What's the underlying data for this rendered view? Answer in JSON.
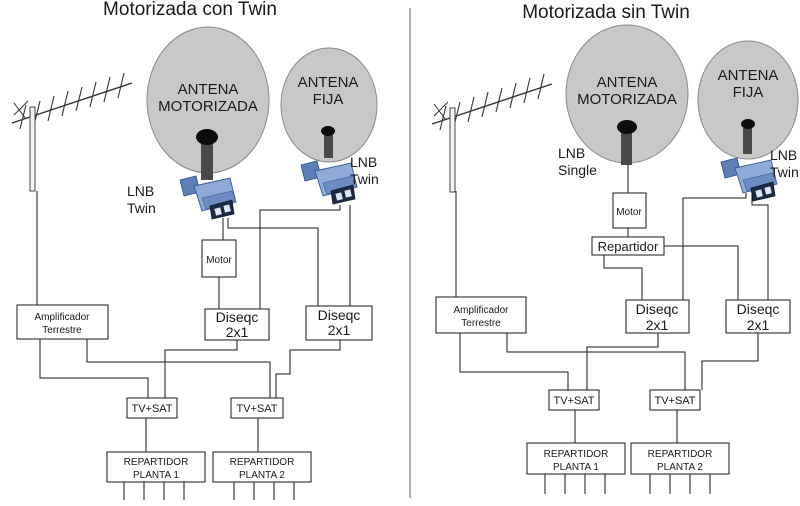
{
  "colors": {
    "dish_fill": "#c8c8c8",
    "dish_stroke": "#8a8a8a",
    "arm": "#4a4a4a",
    "lnb_body": "#7f9ecf",
    "line": "#1a1a1a"
  },
  "left": {
    "title": "Motorizada con Twin",
    "dish_motor": [
      "ANTENA",
      "MOTORIZADA"
    ],
    "dish_fixed": [
      "ANTENA",
      "FIJA"
    ],
    "lnb_motor": [
      "LNB",
      "Twin"
    ],
    "lnb_fixed": [
      "LNB",
      "Twin"
    ],
    "amp": [
      "Amplificador",
      "Terrestre"
    ],
    "motor": "Motor",
    "diseqc_a": [
      "Diseqc",
      "2x1"
    ],
    "diseqc_b": [
      "Diseqc",
      "2x1"
    ],
    "tvsat_a": "TV+SAT",
    "tvsat_b": "TV+SAT",
    "rep_1": [
      "REPARTIDOR",
      "PLANTA 1"
    ],
    "rep_2": [
      "REPARTIDOR",
      "PLANTA 2"
    ]
  },
  "right": {
    "title": "Motorizada sin Twin",
    "dish_motor": [
      "ANTENA",
      "MOTORIZADA"
    ],
    "dish_fixed": [
      "ANTENA",
      "FIJA"
    ],
    "lnb_motor": [
      "LNB",
      "Single"
    ],
    "lnb_fixed": [
      "LNB",
      "Twin"
    ],
    "amp": [
      "Amplificador",
      "Terrestre"
    ],
    "motor": "Motor",
    "repartidor": "Repartidor",
    "diseqc_a": [
      "Diseqc",
      "2x1"
    ],
    "diseqc_b": [
      "Diseqc",
      "2x1"
    ],
    "tvsat_a": "TV+SAT",
    "tvsat_b": "TV+SAT",
    "rep_1": [
      "REPARTIDOR",
      "PLANTA 1"
    ],
    "rep_2": [
      "REPARTIDOR",
      "PLANTA 2"
    ]
  }
}
